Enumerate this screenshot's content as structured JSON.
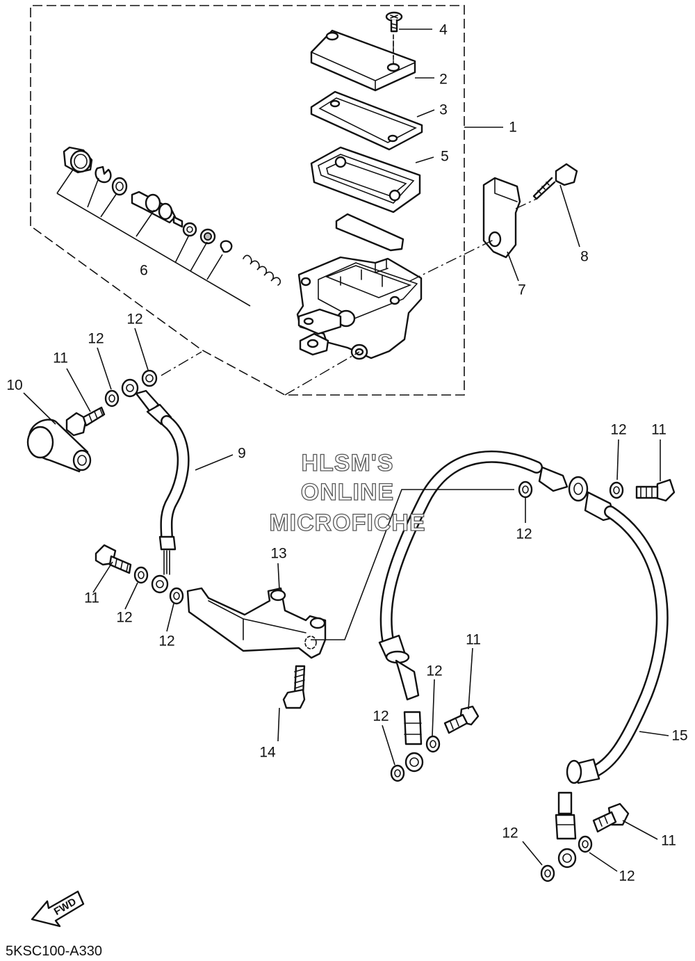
{
  "diagram_code": "5KSC100-A330",
  "watermark": [
    "HLSM'S",
    "ONLINE",
    "MICROFICHE"
  ],
  "fwd_label": "FWD",
  "callouts": {
    "c1": "1",
    "c2": "2",
    "c3": "3",
    "c4": "4",
    "c5": "5",
    "c6": "6",
    "c7": "7",
    "c8": "8",
    "c9": "9",
    "c10": "10",
    "c11a": "11",
    "c11b": "11",
    "c11c": "11",
    "c11d": "11",
    "c11e": "11",
    "c12a": "12",
    "c12b": "12",
    "c12c": "12",
    "c12d": "12",
    "c12e": "12",
    "c12f": "12",
    "c12g": "12",
    "c12h": "12",
    "c12i": "12",
    "c12j": "12",
    "c13": "13",
    "c14": "14",
    "c15": "15"
  }
}
